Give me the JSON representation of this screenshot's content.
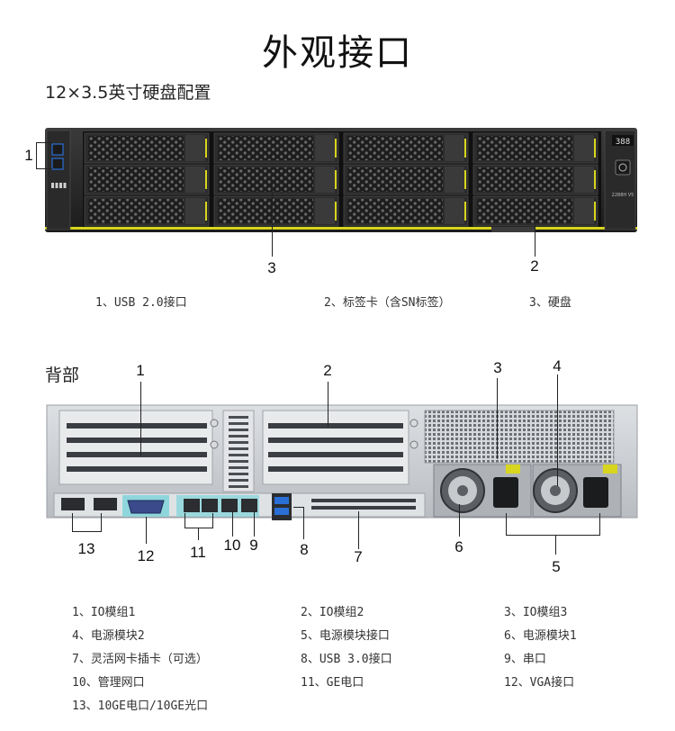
{
  "header": {
    "title": "外观接口",
    "front_subtitle": "12×3.5英寸硬盘配置",
    "back_title": "背部"
  },
  "front_panel": {
    "display_text": "388",
    "model_text": "2288H V5",
    "callouts": [
      "1",
      "2",
      "3"
    ],
    "legend": [
      {
        "text": "1、USB 2.0接口"
      },
      {
        "text": "2、标签卡（含SN标签）"
      },
      {
        "text": "3、硬盘"
      }
    ]
  },
  "rear_panel": {
    "callouts": [
      "1",
      "2",
      "3",
      "4",
      "5",
      "6",
      "7",
      "8",
      "9",
      "10",
      "11",
      "12",
      "13"
    ],
    "legend": [
      {
        "text": "1、IO模组1"
      },
      {
        "text": "2、IO模组2"
      },
      {
        "text": "3、IO模组3"
      },
      {
        "text": "4、电源模块2"
      },
      {
        "text": "5、电源模块接口"
      },
      {
        "text": "6、电源模块1"
      },
      {
        "text": "7、灵活网卡插卡（可选）"
      },
      {
        "text": "8、USB 3.0接口"
      },
      {
        "text": "9、串口"
      },
      {
        "text": "10、管理网口"
      },
      {
        "text": "11、GE电口"
      },
      {
        "text": "12、VGA接口"
      },
      {
        "text": "13、10GE电口/10GE光口"
      }
    ]
  },
  "colors": {
    "chassis_dark": "#2b2b2b",
    "accent_yellow": "#d8d51e",
    "vga_highlight": "#8fd6dc",
    "usb_blue": "#2a6fd6",
    "metal": "#c9cdd1"
  }
}
